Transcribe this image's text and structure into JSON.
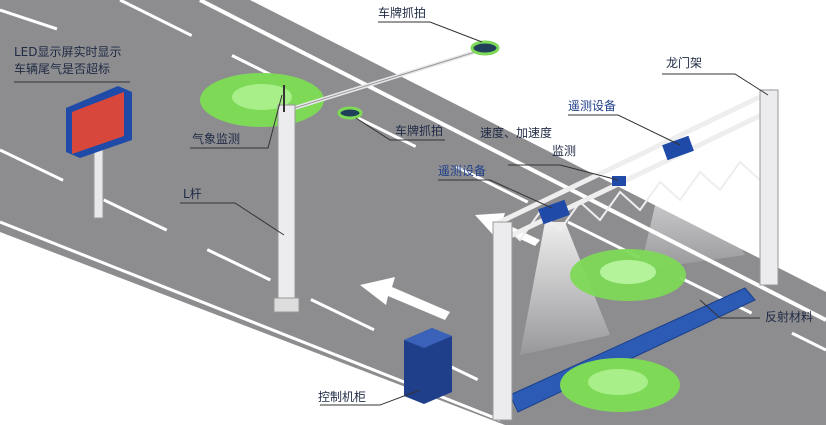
{
  "labels": {
    "led_line1": "LED显示屏实时显示",
    "led_line2": "车辆尾气是否超标",
    "plate_capture_top": "车牌抓拍",
    "plate_capture_mid": "车牌抓拍",
    "weather": "气象监测",
    "l_pole": "L杆",
    "gantry": "龙门架",
    "telemetry_right": "遥测设备",
    "telemetry_left": "遥测设备",
    "speed_line1": "速度、加速度",
    "speed_line2": "监测",
    "reflective": "反射材料",
    "cabinet": "控制机柜"
  },
  "colors": {
    "road": "#8d8d90",
    "lane_marking": "#ffffff",
    "car": "#7ed957",
    "device_blue": "#1f4aa8",
    "billboard_red": "#d8473c",
    "pole": "#e8e8ea"
  }
}
